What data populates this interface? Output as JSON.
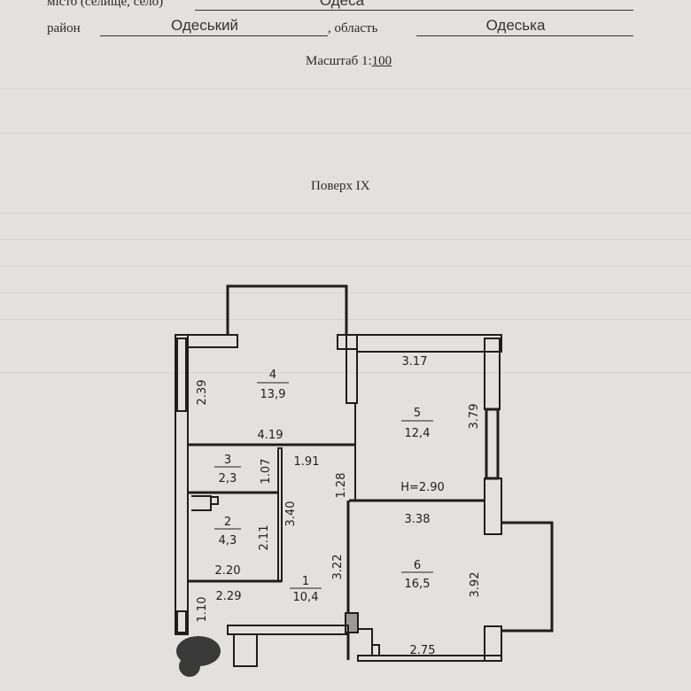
{
  "header": {
    "city_label": "місто (селище, село)",
    "city_value": "Одеса",
    "district_label": "район",
    "district_value": "Одеський",
    "region_label": ", область",
    "region_value": "Одеська",
    "scale_label": "Масштаб 1:",
    "scale_value": "100"
  },
  "floor_title": "Поверх IX",
  "plan": {
    "ceiling_height": "H=2.90",
    "rooms": [
      {
        "number": "1",
        "area": "10,4"
      },
      {
        "number": "2",
        "area": "4,3"
      },
      {
        "number": "3",
        "area": "2,3"
      },
      {
        "number": "4",
        "area": "13,9"
      },
      {
        "number": "5",
        "area": "12,4"
      },
      {
        "number": "6",
        "area": "16,5"
      }
    ],
    "dimensions": {
      "r4_height": "2.39",
      "r4_width": "4.19",
      "r5_width": "3.17",
      "r5_height": "3.79",
      "r3_height": "1.07",
      "hall_width": "1.91",
      "hall_upper": "1.28",
      "hall_length": "3.40",
      "r2_height": "2.11",
      "r2_width": "2.20",
      "r6_width_top": "3.38",
      "hall_lower_width": "2.29",
      "hall_lower_height": "3.22",
      "r6_height": "3.92",
      "entry": "1.10",
      "r6_width_bottom": "2.75"
    }
  }
}
